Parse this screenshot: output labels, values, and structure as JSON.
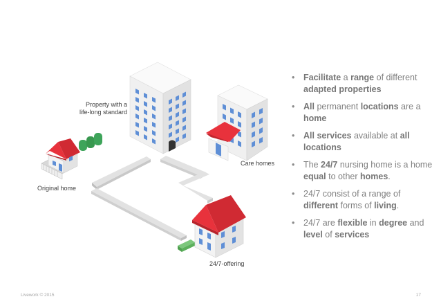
{
  "labels": {
    "property": "Property with a life-long standard",
    "property_line1": "Property with a",
    "property_line2": "life-long standard",
    "care_homes": "Care homes",
    "original_home": "Original home",
    "offering": "24/7-offering"
  },
  "bullets": [
    [
      {
        "t": "Facilitate",
        "b": true
      },
      {
        "t": " a "
      },
      {
        "t": "range",
        "b": true
      },
      {
        "t": " of different "
      },
      {
        "t": "adapted properties",
        "b": true
      }
    ],
    [
      {
        "t": "All",
        "b": true
      },
      {
        "t": " permanent "
      },
      {
        "t": "locations",
        "b": true
      },
      {
        "t": " are a "
      },
      {
        "t": "home",
        "b": true
      }
    ],
    [
      {
        "t": "All services",
        "b": true
      },
      {
        "t": " available at "
      },
      {
        "t": "all locations",
        "b": true
      }
    ],
    [
      {
        "t": "The "
      },
      {
        "t": "24/7",
        "b": true
      },
      {
        "t": " nursing home is a home "
      },
      {
        "t": "equal",
        "b": true
      },
      {
        "t": " to other "
      },
      {
        "t": "homes",
        "b": true
      },
      {
        "t": "."
      }
    ],
    [
      {
        "t": "24/7 consist of a range of "
      },
      {
        "t": "different",
        "b": true
      },
      {
        "t": " forms of "
      },
      {
        "t": "living",
        "b": true
      },
      {
        "t": "."
      }
    ],
    [
      {
        "t": "24/7 are "
      },
      {
        "t": "flexible",
        "b": true
      },
      {
        "t": " in "
      },
      {
        "t": "degree",
        "b": true
      },
      {
        "t": " and "
      },
      {
        "t": "level",
        "b": true
      },
      {
        "t": " of "
      },
      {
        "t": "services",
        "b": true
      }
    ]
  ],
  "footer": {
    "left": "Livework © 2015",
    "page": "17"
  },
  "colors": {
    "roof": "#e8323c",
    "bush": "#3ea45a",
    "wall": "#f2f2f2",
    "window": "#5f8fd6",
    "path": "#d9d9d9",
    "green_path": "#6cbf6c"
  }
}
